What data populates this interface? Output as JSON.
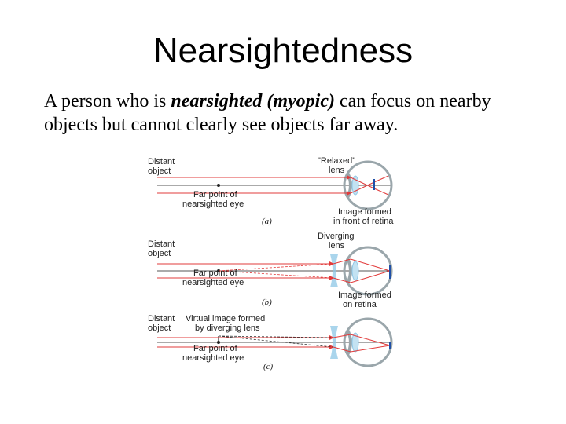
{
  "slide": {
    "title": "Nearsightedness",
    "intro_before": "A person who is ",
    "intro_emphasis": "nearsighted (myopic)",
    "intro_after": " can focus on nearby objects but cannot clearly see objects far away."
  },
  "diagram": {
    "panels": [
      {
        "caption": "(a)",
        "object_label": [
          "Distant",
          "object"
        ],
        "lens_label": [
          "\"Relaxed\"",
          "lens"
        ],
        "farpoint_label": [
          "Far point of",
          "nearsighted eye"
        ],
        "image_label": [
          "Image formed",
          "in front of retina"
        ]
      },
      {
        "caption": "(b)",
        "object_label": [
          "Distant",
          "object"
        ],
        "lens_label": [
          "Diverging",
          "lens"
        ],
        "farpoint_label": [
          "Far point of",
          "nearsighted eye"
        ],
        "image_label": [
          "Image formed",
          "on retina"
        ]
      },
      {
        "caption": "(c)",
        "object_label": [
          "Distant",
          "object"
        ],
        "virtual_label": [
          "Virtual image formed",
          "by diverging lens"
        ],
        "farpoint_label": [
          "Far point of",
          "nearsighted eye"
        ]
      }
    ],
    "colors": {
      "ray": "#e23b3b",
      "axis": "#555555",
      "eye": "#9aa6ab",
      "lens": "#8ec7e6",
      "image_arrow": "#1f4fa8"
    }
  }
}
